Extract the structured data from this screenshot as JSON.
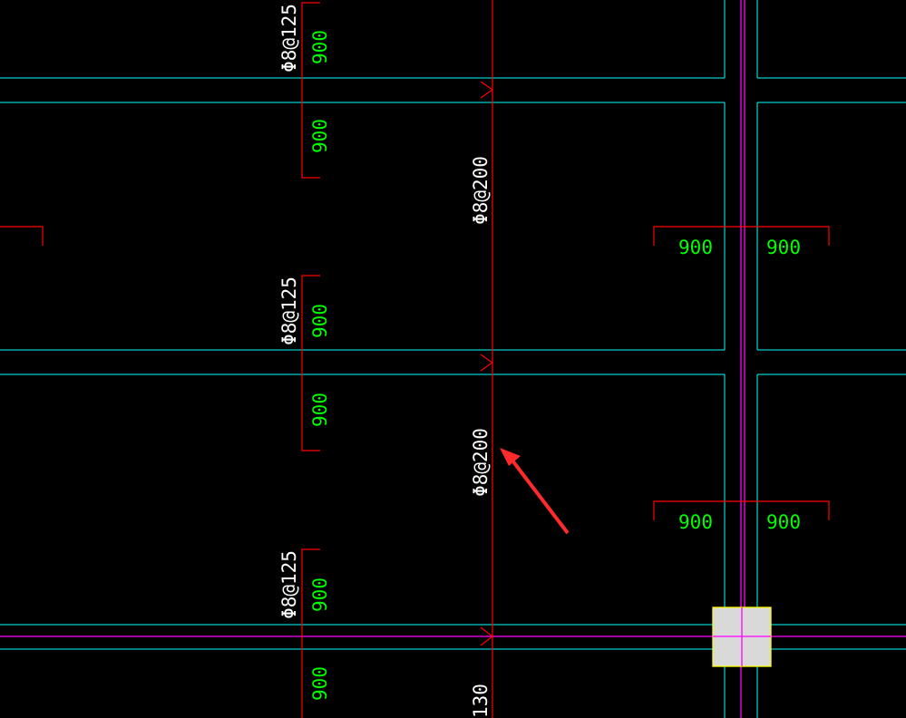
{
  "colors": {
    "background": "#000000",
    "beam_edge": "#00ffff",
    "rebar": "#ff0000",
    "axis": "#ff00ff",
    "rebar_label": "#ffffff",
    "dimension": "#00ff00",
    "column_fill": "#d9d9d9",
    "column_edge": "#ffff00",
    "arrow": "#ff2a2a"
  },
  "labels": {
    "left_rebar": "Φ8@125",
    "center_rebar": "Φ8@200",
    "bottom_partial": "130",
    "dim_900": "900"
  },
  "annotation": {
    "arrow_icon": "red-pointer-arrow"
  }
}
